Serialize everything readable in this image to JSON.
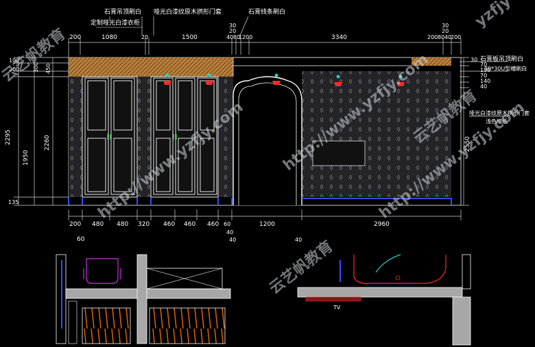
{
  "annotations": {
    "top_1": "石膏吊顶刷白",
    "top_2": "定制哑光白漆衣柜",
    "top_3": "哑光白漆纹原木拱形门套",
    "top_4": "石膏线条刷白",
    "right_1": "石膏板吊顶刷白",
    "right_2": "30*30U型槽刷白",
    "right_3": "哑光白漆纹原木拱形门套",
    "right_4": "浅色墙纸",
    "tv": "TV"
  },
  "dims_top": {
    "d1": "200",
    "d2": "1080",
    "d3": "20",
    "d4": "1500",
    "d5a": "30",
    "d5b": "20",
    "d5c": "40",
    "d5d": "80",
    "d5e": "1200",
    "d6": "3340",
    "d7a": "30",
    "d7b": "20",
    "d7c": "200",
    "d7d": "80",
    "d7e": "40",
    "d7f": "200"
  },
  "dims_left": {
    "a1": "100",
    "a2": "200",
    "a3": "300",
    "a4": "450",
    "b1": "2295",
    "b2": "1950",
    "b3": "2260",
    "b4": "135"
  },
  "dims_right": {
    "r1": "30",
    "r2": "70",
    "r3": "150",
    "r4": "70",
    "r5": "140",
    "r6": "40",
    "r7": "2550"
  },
  "dims_bottom": {
    "c1": "200",
    "c2": "480",
    "c3": "480",
    "c4": "320",
    "c5": "460",
    "c6": "460",
    "c7": "460",
    "c8": "60",
    "c9": "1200",
    "c10": "2960",
    "e1": "60",
    "e2": "40",
    "e3": "40",
    "e4": "40"
  },
  "watermark": {
    "url": "http://www.yzfjy.com",
    "brand": "云艺帆教育",
    "corner": "yzfjy"
  },
  "colors": {
    "background": "#000000",
    "line": "#ffffff",
    "dim": "#d9d9d9",
    "ceiling": "#b9803b",
    "wallpaper": "#2a2a2f",
    "lamp": "#ff2a2a",
    "lamp_top": "#22d3c5",
    "leg": "#3050ff",
    "grey": "#a7a7a7",
    "chair": "#d030e0",
    "floor_fill": "#7a1a1a"
  }
}
